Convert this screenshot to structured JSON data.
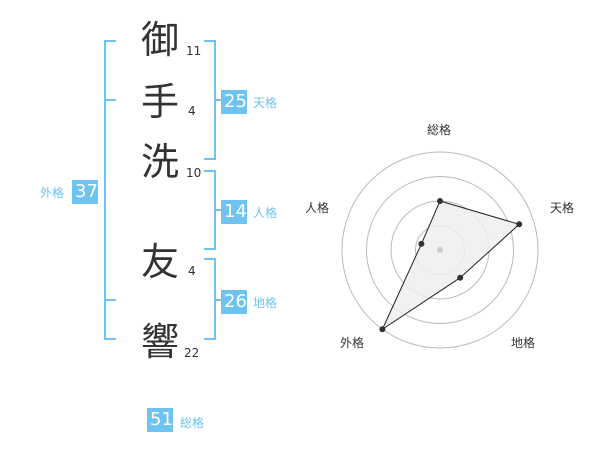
{
  "name": {
    "characters": [
      {
        "char": "御",
        "strokes": "11"
      },
      {
        "char": "手",
        "strokes": "4"
      },
      {
        "char": "洗",
        "strokes": "10"
      },
      {
        "char": "友",
        "strokes": "4"
      },
      {
        "char": "響",
        "strokes": "22"
      }
    ]
  },
  "scores": {
    "tenkaku": {
      "value": "25",
      "label": "天格"
    },
    "jinkaku": {
      "value": "14",
      "label": "人格"
    },
    "chikaku": {
      "value": "26",
      "label": "地格"
    },
    "gaikaku": {
      "value": "37",
      "label": "外格"
    },
    "soukaku": {
      "value": "51",
      "label": "総格"
    }
  },
  "chart_data": {
    "type": "radar",
    "axes": [
      "総格",
      "天格",
      "地格",
      "外格",
      "人格"
    ],
    "values": [
      0.5,
      0.85,
      0.35,
      1.0,
      0.2
    ],
    "rings": 4,
    "colors": {
      "ring": "#bbbbbb",
      "fill": "#eeeeee",
      "line": "#222222",
      "point": "#333333",
      "center": "#cccccc"
    }
  },
  "colors": {
    "accent": "#6ec3f0",
    "text": "#333333"
  }
}
